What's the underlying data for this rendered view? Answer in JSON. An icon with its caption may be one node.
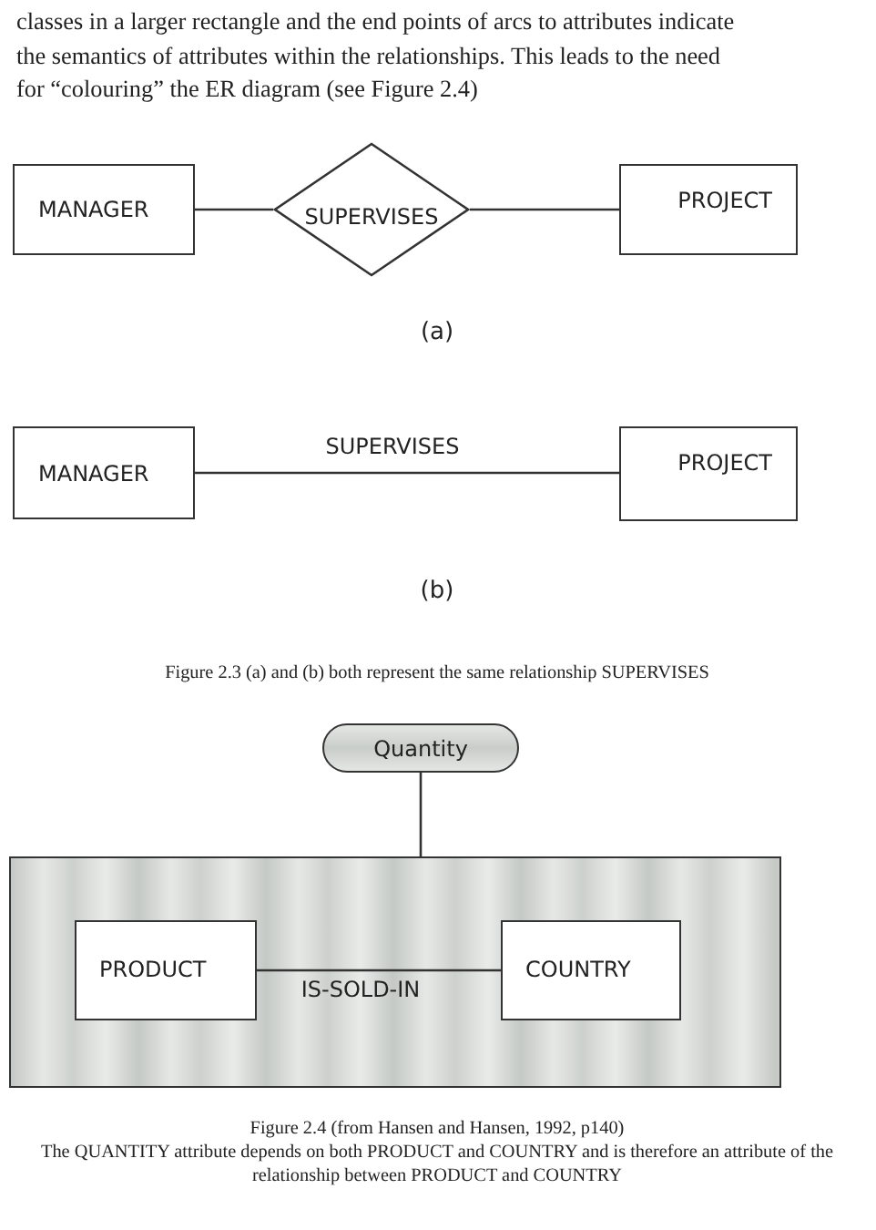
{
  "diagram": {
    "nodes": [
      {
        "text": [
          "MANAGER"
        ]
      },
      {
        "text": [
          "SUPERVISES"
        ]
      },
      {
        "text": [
          "PROJECT"
        ]
      },
      {
        "text": [
          "MANAGER"
        ]
      },
      {
        "text": [
          "PROJECT"
        ]
      },
      {
        "text": [
          "Quantity"
        ]
      },
      {
        "text": [],
        "shape": "box"
      },
      {
        "text": [
          "PRODUCT"
        ],
        "in": 6
      },
      {
        "text": [
          "COUNTRY"
        ],
        "in": 6
      }
    ],
    "edges": [
      {
        "from": 0,
        "to": 1,
        "arrow": "none"
      },
      {
        "from": 1,
        "to": 2,
        "arrow": "none"
      },
      {
        "from": 3,
        "to": 4,
        "arrow": "none",
        "label": "SUPERVISES"
      },
      {
        "from": 5,
        "to": 6,
        "arrow": "none"
      },
      {
        "from": 7,
        "to": 8,
        "arrow": "none",
        "label": "IS-SOLD-IN"
      }
    ],
    "labels": [
      "classes in a larger rectangle and the end points of arcs to attributes indicate the semantics of attributes within the relationships.  This leads to the need for “colouring” the ER diagram (see Figure 2.4)",
      "(a)",
      "(b)",
      "Figure 2.3 (a) and (b) both represent the same relationship SUPERVISES",
      "Figure 2.4 (from Hansen and Hansen, 1992, p140)",
      "The QUANTITY attribute depends on both PRODUCT and COUNTRY and is therefore an attribute of the relationship between PRODUCT and COUNTRY"
    ]
  }
}
